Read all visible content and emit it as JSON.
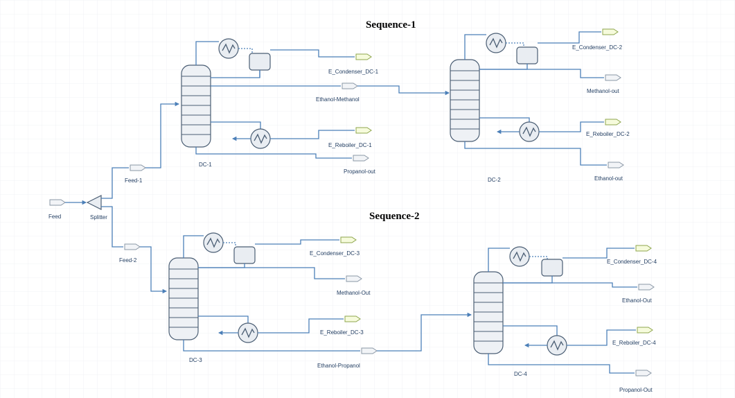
{
  "titles": {
    "sequence1": "Sequence-1",
    "sequence2": "Sequence-2"
  },
  "labels": {
    "feed": "Feed",
    "splitter": "Splitter",
    "feed1": "Feed-1",
    "feed2": "Feed-2",
    "dc1": "DC-1",
    "dc2": "DC-2",
    "dc3": "DC-3",
    "dc4": "DC-4",
    "e_cond_dc1": "E_Condenser_DC-1",
    "e_cond_dc2": "E_Condenser_DC-2",
    "e_cond_dc3": "E_Condenser_DC-3",
    "e_cond_dc4": "E_Condenser_DC-4",
    "e_reb_dc1": "E_Reboiler_DC-1",
    "e_reb_dc2": "E_Reboiler_DC-2",
    "e_reb_dc3": "E_Reboiler_DC-3",
    "e_reb_dc4": "E_Reboiler_DC-4",
    "ethanol_methanol": "Ethanol-Methanol",
    "propanol_out_1": "Propanol-out",
    "methanol_out_1": "Methanol-out",
    "ethanol_out_1": "Ethanol-out",
    "methanol_out_2": "Methanol-Out",
    "ethanol_propanol": "Ethanol-Propanol",
    "ethanol_out_2": "Ethanol-Out",
    "propanol_out_2": "Propanol-Out"
  },
  "colors": {
    "pipe": "#4b7fb8",
    "equipment_stroke": "#4a5d73",
    "energy_arrow": "#f6fbdc",
    "material_arrow": "#f2f4f7",
    "grid": "#eceff3"
  }
}
